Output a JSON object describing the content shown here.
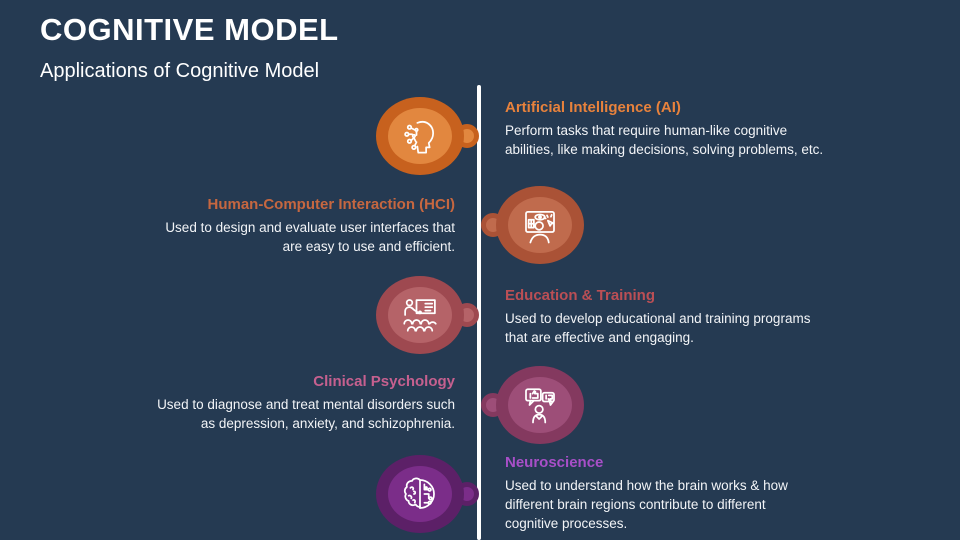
{
  "slide": {
    "title": "COGNITIVE MODEL",
    "subtitle": "Applications of Cognitive Model",
    "background_color": "#253A52",
    "timeline_color": "#FFFFFF",
    "body_text_color": "#F2F4F7"
  },
  "items": [
    {
      "title": "Artificial Intelligence (AI)",
      "description": "Perform tasks that require human-like cognitive abilities, like making decisions, solving problems, etc.",
      "side": "right",
      "icon": "ai-head-circuit-icon",
      "colors": {
        "outer": "#C7611E",
        "inner": "#E2873F",
        "title": "#E8823C"
      }
    },
    {
      "title": "Human-Computer Interaction (HCI)",
      "description": "Used to design and evaluate user interfaces that are easy to use and efficient.",
      "side": "left",
      "icon": "human-computer-interaction-icon",
      "colors": {
        "outer": "#AA5236",
        "inner": "#C06B4D",
        "title": "#C66740"
      }
    },
    {
      "title": "Education & Training",
      "description": "Used to develop educational and training programs that are effective and engaging.",
      "side": "right",
      "icon": "education-presentation-icon",
      "colors": {
        "outer": "#9E4950",
        "inner": "#B56368",
        "title": "#BB4F55"
      }
    },
    {
      "title": "Clinical Psychology",
      "description": "Used to diagnose and treat mental disorders such as depression, anxiety, and schizophrenia.",
      "side": "left",
      "icon": "psychology-counseling-icon",
      "colors": {
        "outer": "#84395F",
        "inner": "#9D4E78",
        "title": "#C6608F"
      }
    },
    {
      "title": "Neuroscience",
      "description": "Used to understand how the brain works & how different brain regions contribute to different cognitive processes.",
      "side": "right",
      "icon": "neuroscience-brain-icon",
      "colors": {
        "outer": "#5C2067",
        "inner": "#7B2D89",
        "title": "#A84FC8"
      }
    }
  ]
}
